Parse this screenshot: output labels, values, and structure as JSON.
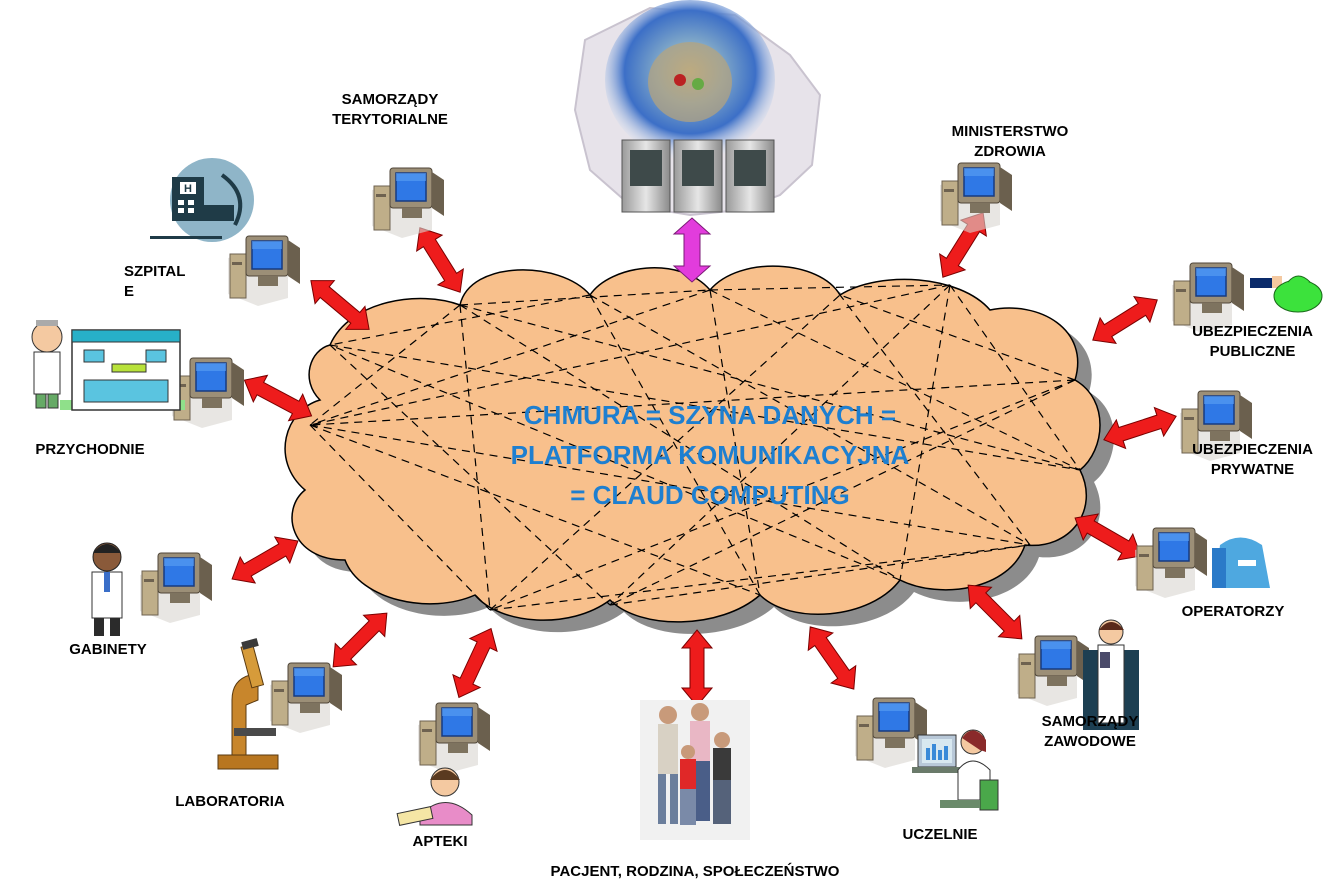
{
  "center_text": [
    "CHMURA = SZYNA DANYCH =",
    "PLATFORMA KOMUNIKACYJNA",
    "= CLAUD COMPUTING"
  ],
  "nodes": {
    "samorzady_terytorialne": [
      "SAMORZĄDY",
      "TERYTORIALNE"
    ],
    "ministerstwo_zdrowia": [
      "MINISTERSTWO",
      "ZDROWIA"
    ],
    "szpitale": [
      "SZPITAL",
      "E"
    ],
    "ubezpieczenia_publiczne": [
      "UBEZPIECZENIA",
      "PUBLICZNE"
    ],
    "przychodnie": [
      "PRZYCHODNIE"
    ],
    "ubezpieczenia_prywatne": [
      "UBEZPIECZENIA",
      "PRYWATNE"
    ],
    "operatorzy": [
      "OPERATORZY"
    ],
    "gabinety": [
      "GABINETY"
    ],
    "samorzady_zawodowe": [
      "SAMORZĄDY",
      "ZAWODOWE"
    ],
    "laboratoria": [
      "LABORATORIA"
    ],
    "apteki": [
      "APTEKI"
    ],
    "uczelnie": [
      "UCZELNIE"
    ],
    "pacjent": [
      "PACJENT, RODZINA, SPOŁECZEŃSTWO"
    ]
  },
  "colors": {
    "cloud_fill": "#f8c08c",
    "cloud_shadow": "#8c8c8c",
    "arrow": "#ee1c1c",
    "arrow_top": "#e23cdc",
    "center_text": "#1e7fd0"
  },
  "icons": [
    "computer-icon",
    "hospital-icon",
    "clinic-icon",
    "doctor-icon",
    "microscope-icon",
    "pharmacist-icon",
    "family-photo",
    "student-icon",
    "nurse-icon",
    "money-bag-icon",
    "server-rack-icon",
    "poland-map-image"
  ]
}
